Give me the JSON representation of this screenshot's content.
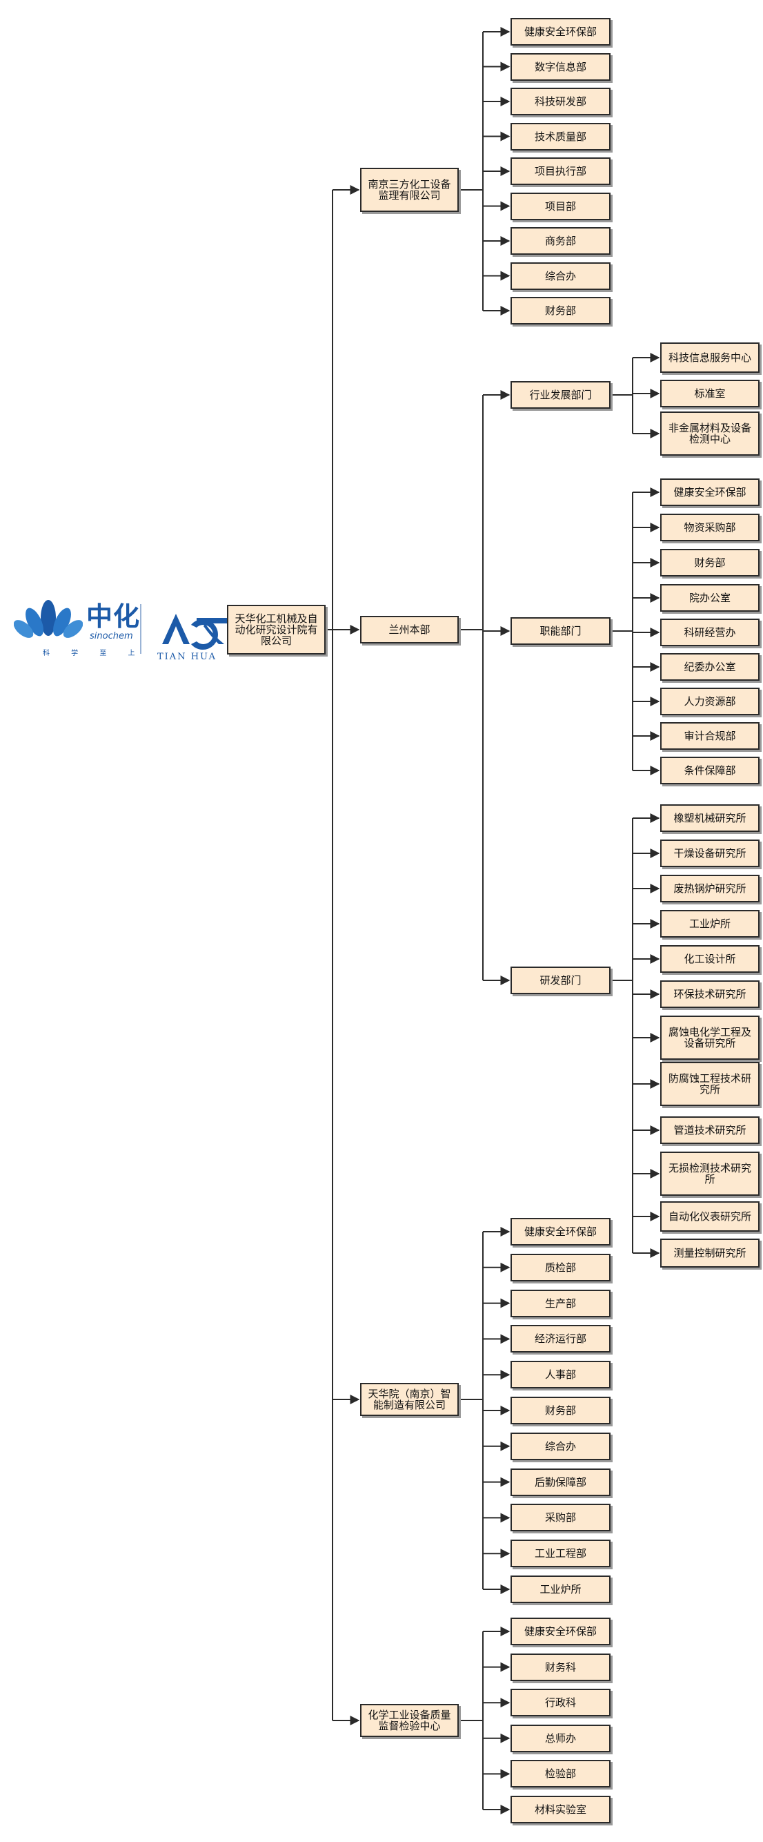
{
  "logo": {
    "sinochem_cn": "中化",
    "sinochem_en": "sinochem",
    "slogan": "科 学 至 上",
    "tianhua_en": "TIAN HUA"
  },
  "colors": {
    "box_fill": "#fde9d0",
    "line": "#2a2a2a",
    "logo_blue": "#1c5aa8"
  },
  "root": {
    "id": "root",
    "label": "天华化工机械及自动化研究设计院有限公司"
  },
  "nodes": [
    {
      "id": "nj3f",
      "label": "南京三方化工设备监理有限公司",
      "parent": "root"
    },
    {
      "id": "nj3f_1",
      "label": "健康安全环保部",
      "parent": "nj3f"
    },
    {
      "id": "nj3f_2",
      "label": "数字信息部",
      "parent": "nj3f"
    },
    {
      "id": "nj3f_3",
      "label": "科技研发部",
      "parent": "nj3f"
    },
    {
      "id": "nj3f_4",
      "label": "技术质量部",
      "parent": "nj3f"
    },
    {
      "id": "nj3f_5",
      "label": "项目执行部",
      "parent": "nj3f"
    },
    {
      "id": "nj3f_6",
      "label": "项目部",
      "parent": "nj3f"
    },
    {
      "id": "nj3f_7",
      "label": "商务部",
      "parent": "nj3f"
    },
    {
      "id": "nj3f_8",
      "label": "综合办",
      "parent": "nj3f"
    },
    {
      "id": "nj3f_9",
      "label": "财务部",
      "parent": "nj3f"
    },
    {
      "id": "lz",
      "label": "兰州本部",
      "parent": "root"
    },
    {
      "id": "hyfz",
      "label": "行业发展部门",
      "parent": "lz"
    },
    {
      "id": "hyfz_1",
      "label": "科技信息服务中心",
      "parent": "hyfz"
    },
    {
      "id": "hyfz_2",
      "label": "标准室",
      "parent": "hyfz"
    },
    {
      "id": "hyfz_3",
      "label": "非金属材料及设备检测中心",
      "parent": "hyfz"
    },
    {
      "id": "znbm",
      "label": "职能部门",
      "parent": "lz"
    },
    {
      "id": "znbm_1",
      "label": "健康安全环保部",
      "parent": "znbm"
    },
    {
      "id": "znbm_2",
      "label": "物资采购部",
      "parent": "znbm"
    },
    {
      "id": "znbm_3",
      "label": "财务部",
      "parent": "znbm"
    },
    {
      "id": "znbm_4",
      "label": "院办公室",
      "parent": "znbm"
    },
    {
      "id": "znbm_5",
      "label": "科研经营办",
      "parent": "znbm"
    },
    {
      "id": "znbm_6",
      "label": "纪委办公室",
      "parent": "znbm"
    },
    {
      "id": "znbm_7",
      "label": "人力资源部",
      "parent": "znbm"
    },
    {
      "id": "znbm_8",
      "label": "审计合规部",
      "parent": "znbm"
    },
    {
      "id": "znbm_9",
      "label": "条件保障部",
      "parent": "znbm"
    },
    {
      "id": "yfbm",
      "label": "研发部门",
      "parent": "lz"
    },
    {
      "id": "yfbm_1",
      "label": "橡塑机械研究所",
      "parent": "yfbm"
    },
    {
      "id": "yfbm_2",
      "label": "干燥设备研究所",
      "parent": "yfbm"
    },
    {
      "id": "yfbm_3",
      "label": "废热锅炉研究所",
      "parent": "yfbm"
    },
    {
      "id": "yfbm_4",
      "label": "工业炉所",
      "parent": "yfbm"
    },
    {
      "id": "yfbm_5",
      "label": "化工设计所",
      "parent": "yfbm"
    },
    {
      "id": "yfbm_6",
      "label": "环保技术研究所",
      "parent": "yfbm"
    },
    {
      "id": "yfbm_7",
      "label": "腐蚀电化学工程及设备研究所",
      "parent": "yfbm"
    },
    {
      "id": "yfbm_8",
      "label": "防腐蚀工程技术研究所",
      "parent": "yfbm"
    },
    {
      "id": "yfbm_9",
      "label": "管道技术研究所",
      "parent": "yfbm"
    },
    {
      "id": "yfbm_10",
      "label": "无损检测技术研究所",
      "parent": "yfbm"
    },
    {
      "id": "yfbm_11",
      "label": "自动化仪表研究所",
      "parent": "yfbm"
    },
    {
      "id": "yfbm_12",
      "label": "测量控制研究所",
      "parent": "yfbm"
    },
    {
      "id": "thnj",
      "label": "天华院（南京）智能制造有限公司",
      "parent": "root"
    },
    {
      "id": "thnj_1",
      "label": "健康安全环保部",
      "parent": "thnj"
    },
    {
      "id": "thnj_2",
      "label": "质检部",
      "parent": "thnj"
    },
    {
      "id": "thnj_3",
      "label": "生产部",
      "parent": "thnj"
    },
    {
      "id": "thnj_4",
      "label": "经济运行部",
      "parent": "thnj"
    },
    {
      "id": "thnj_5",
      "label": "人事部",
      "parent": "thnj"
    },
    {
      "id": "thnj_6",
      "label": "财务部",
      "parent": "thnj"
    },
    {
      "id": "thnj_7",
      "label": "综合办",
      "parent": "thnj"
    },
    {
      "id": "thnj_8",
      "label": "后勤保障部",
      "parent": "thnj"
    },
    {
      "id": "thnj_9",
      "label": "采购部",
      "parent": "thnj"
    },
    {
      "id": "thnj_10",
      "label": "工业工程部",
      "parent": "thnj"
    },
    {
      "id": "thnj_11",
      "label": "工业炉所",
      "parent": "thnj"
    },
    {
      "id": "hxjy",
      "label": "化学工业设备质量监督检验中心",
      "parent": "root"
    },
    {
      "id": "hxjy_1",
      "label": "健康安全环保部",
      "parent": "hxjy"
    },
    {
      "id": "hxjy_2",
      "label": "财务科",
      "parent": "hxjy"
    },
    {
      "id": "hxjy_3",
      "label": "行政科",
      "parent": "hxjy"
    },
    {
      "id": "hxjy_4",
      "label": "总师办",
      "parent": "hxjy"
    },
    {
      "id": "hxjy_5",
      "label": "检验部",
      "parent": "hxjy"
    },
    {
      "id": "hxjy_6",
      "label": "材料实验室",
      "parent": "hxjy"
    }
  ]
}
